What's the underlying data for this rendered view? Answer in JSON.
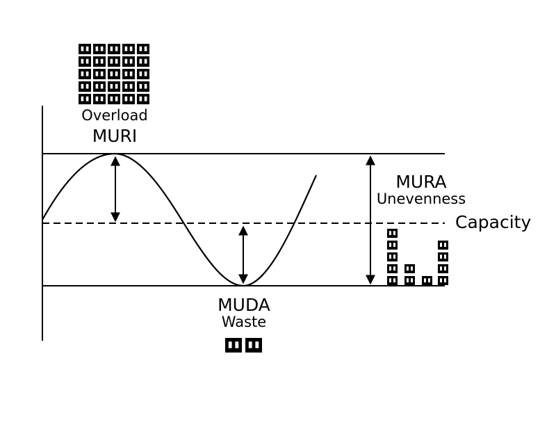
{
  "labels": {
    "overload": "Overload",
    "muri": "MURI",
    "mura": "MURA",
    "unevenness": "Unevenness",
    "capacity": "Capacity",
    "muda": "MUDA",
    "waste": "Waste"
  },
  "icons": {
    "overload_stack": "box-grid-icon",
    "waste_stack": "box-pair-icon",
    "uneven_stacks": "uneven-box-stacks-icon"
  },
  "colors": {
    "ink": "#000000",
    "background": "#ffffff"
  }
}
